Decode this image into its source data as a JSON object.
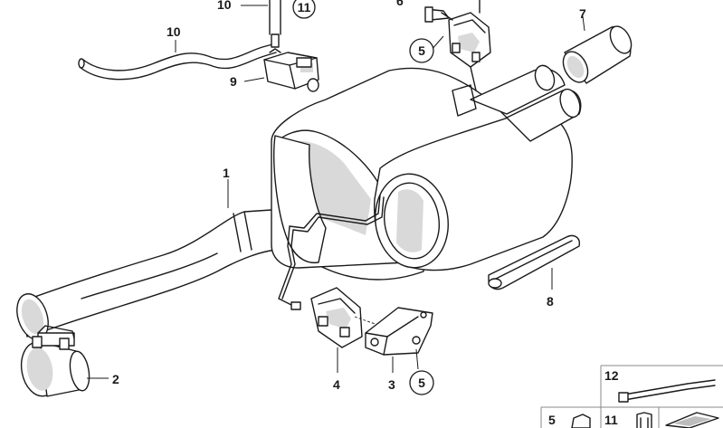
{
  "callouts": {
    "c1": "1",
    "c2": "2",
    "c3": "3",
    "c4": "4",
    "c5_top": "5",
    "c5_bottom": "5",
    "c6": "6",
    "c7": "7",
    "c8": "8",
    "c9": "9",
    "c10_left": "10",
    "c10_top": "10",
    "c11_top": "11"
  },
  "legend": {
    "l12": "12",
    "l5": "5",
    "l11": "11"
  },
  "colors": {
    "line": "#1a1a1a",
    "shade": "#d9d9d9",
    "legend_border": "#8a8a8a"
  }
}
